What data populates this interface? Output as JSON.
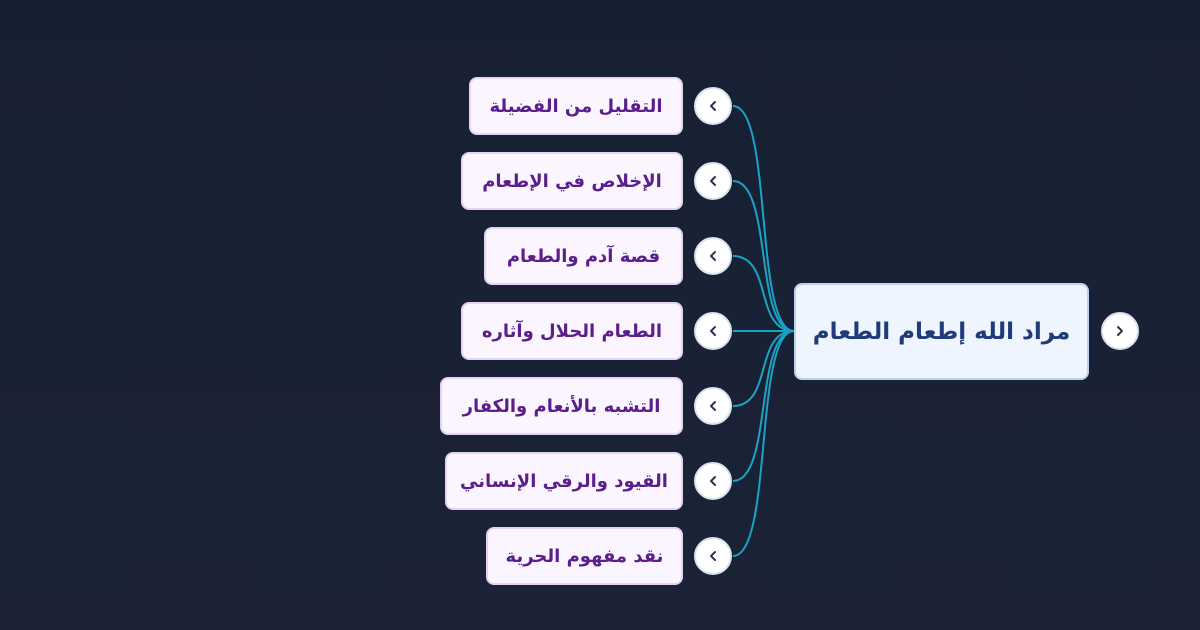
{
  "mindmap": {
    "root": {
      "label": "مراد الله إطعام الطعام"
    },
    "children": [
      {
        "label": "التقليل من الفضيلة"
      },
      {
        "label": "الإخلاص في الإطعام"
      },
      {
        "label": "قصة آدم والطعام"
      },
      {
        "label": "الطعام الحلال وآثاره"
      },
      {
        "label": "التشبه بالأنعام والكفار"
      },
      {
        "label": "القيود والرقي الإنساني"
      },
      {
        "label": "نقد مفهوم الحرية"
      }
    ],
    "colors": {
      "background": "#172032",
      "link": "#1aa3c4",
      "root_fill": "#eef5ff",
      "root_text": "#1f3c79",
      "child_fill": "#faf5ff",
      "child_text": "#5b1e8a"
    },
    "icons": {
      "toggle": "chevron-left-icon",
      "root_toggle": "chevron-right-icon"
    }
  }
}
